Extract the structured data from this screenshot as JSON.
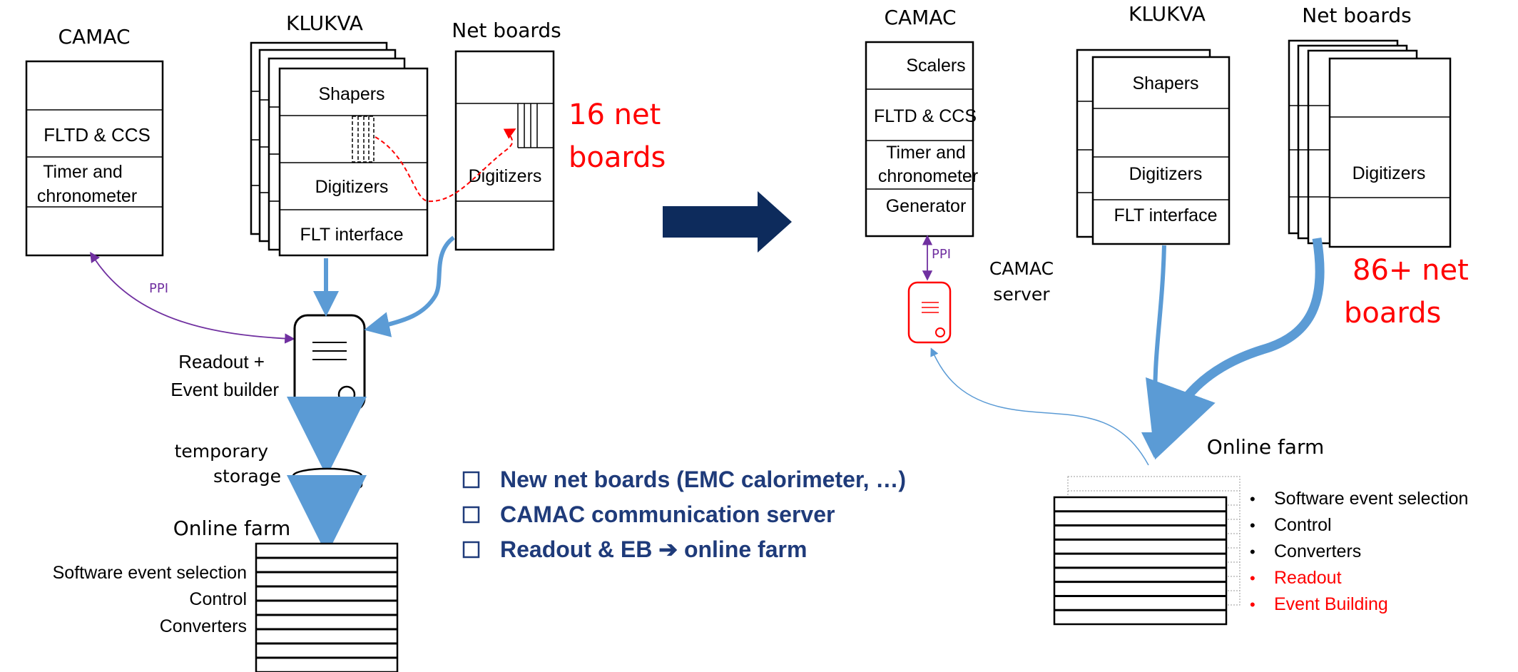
{
  "colors": {
    "arrow_blue": "#5b9bd5",
    "dark_navy": "#0d2b5c",
    "ppi_purple": "#7030a0",
    "highlight_red": "#ff0000",
    "bullet_text_blue": "#1f3b7a"
  },
  "left": {
    "camac": {
      "title": "CAMAC",
      "rows": [
        "",
        "FLTD & CCS",
        "Timer and chronometer",
        ""
      ]
    },
    "klukva": {
      "title": "KLUKVA",
      "rows": [
        "Shapers",
        "",
        "Digitizers",
        "FLT interface"
      ]
    },
    "net_boards": {
      "title": "Net boards",
      "rows": [
        "",
        "Digitizers",
        ""
      ]
    },
    "net_count": [
      "16 net",
      "boards"
    ],
    "ppi_label": "PPI",
    "readout_label": [
      "Readout +",
      "Event builder"
    ],
    "storage_label": [
      "temporary",
      "storage"
    ],
    "online_farm_title": "Online farm",
    "farm_items": [
      "Software event selection",
      "Control",
      "Converters"
    ]
  },
  "bullets": [
    "New net boards (EMC calorimeter, …)",
    "CAMAC communication server",
    "Readout & EB  ➔ online farm"
  ],
  "right": {
    "camac": {
      "title": "CAMAC",
      "rows": [
        "Scalers",
        "FLTD & CCS",
        "Timer and chronometer",
        "Generator"
      ]
    },
    "klukva": {
      "title": "KLUKVA",
      "rows": [
        "Shapers",
        "",
        "Digitizers",
        "FLT interface"
      ]
    },
    "net_boards": {
      "title": "Net boards",
      "rows": [
        "",
        "Digitizers",
        ""
      ]
    },
    "net_count": [
      "86+ net",
      "boards"
    ],
    "ppi_label": "PPI",
    "camac_server_label": [
      "CAMAC",
      "server"
    ],
    "online_farm_title": "Online farm",
    "farm_items": [
      {
        "text": "Software event selection",
        "color": "#000000"
      },
      {
        "text": "Control",
        "color": "#000000"
      },
      {
        "text": "Converters",
        "color": "#000000"
      },
      {
        "text": "Readout",
        "color": "#ff0000"
      },
      {
        "text": "Event Building",
        "color": "#ff0000"
      }
    ]
  }
}
